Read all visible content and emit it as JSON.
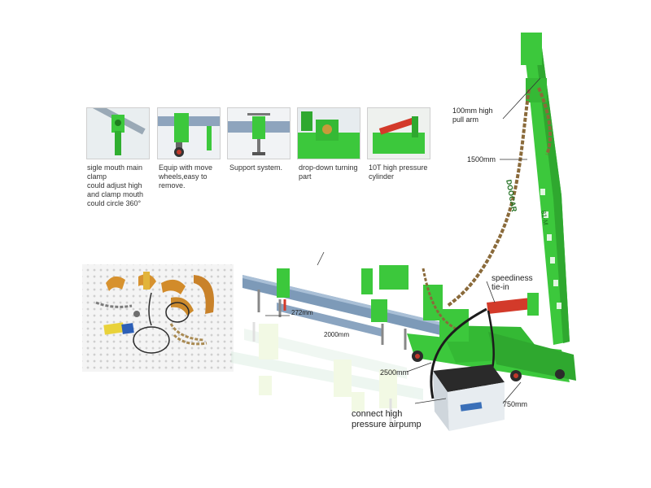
{
  "thumbnails": [
    {
      "caption": "sigle mouth main clamp\ncould adjust high\nand clamp mouth\ncould circle 360°"
    },
    {
      "caption": "Equip with move\nwheels,easy to\nremove."
    },
    {
      "caption": "Support system."
    },
    {
      "caption": "drop-down turning\npart"
    },
    {
      "caption": "10T high pressure\ncylinder"
    }
  ],
  "tower_brand": "DOOCAR",
  "tower_model": "81-M",
  "dimensions": {
    "pull_arm": "100mm high\npull arm",
    "tower_height": "1500mm",
    "clamp_gap": "272mm",
    "beam_length": "2000mm",
    "frame_length": "2500mm",
    "frame_width": "750mm"
  },
  "callouts": {
    "tie_in": "speediness\ntie-in",
    "airpump": "connect high\npressure airpump"
  },
  "colors": {
    "frame_green": "#3cc83c",
    "beam_blue": "#7d9ab8",
    "chain_brown": "#8a6a3a",
    "cylinder_red": "#d33a2a"
  }
}
